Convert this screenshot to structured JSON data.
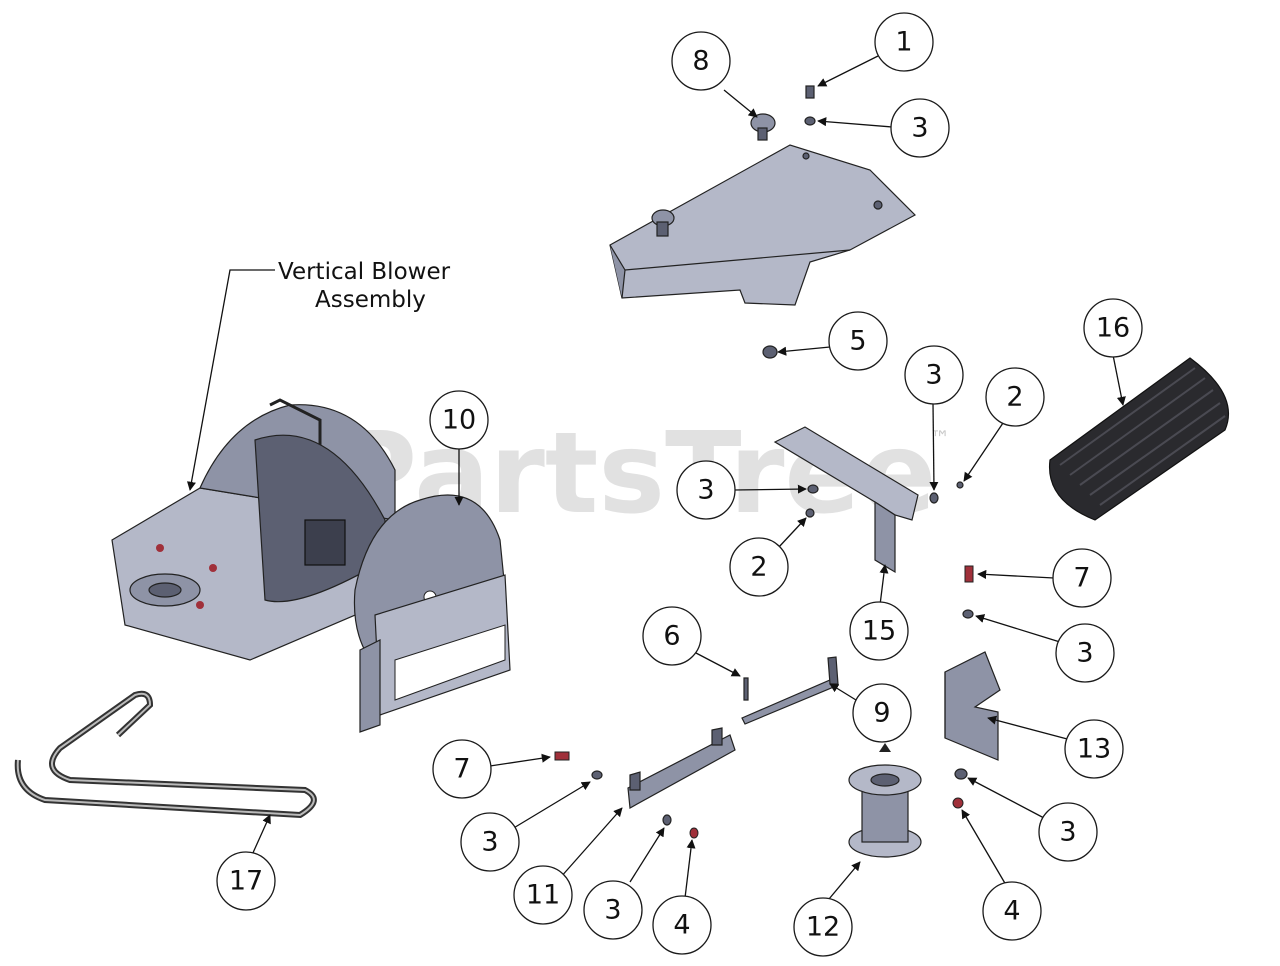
{
  "watermark": {
    "text": "PartsTree",
    "tm": "™"
  },
  "assembly_label": {
    "line1": "Vertical Blower",
    "line2": "Assembly"
  },
  "callouts": [
    "1",
    "8",
    "3",
    "5",
    "16",
    "3",
    "2",
    "3",
    "2",
    "15",
    "10",
    "7",
    "3",
    "6",
    "9",
    "13",
    "7",
    "3",
    "3",
    "11",
    "3",
    "4",
    "12",
    "4",
    "17"
  ]
}
